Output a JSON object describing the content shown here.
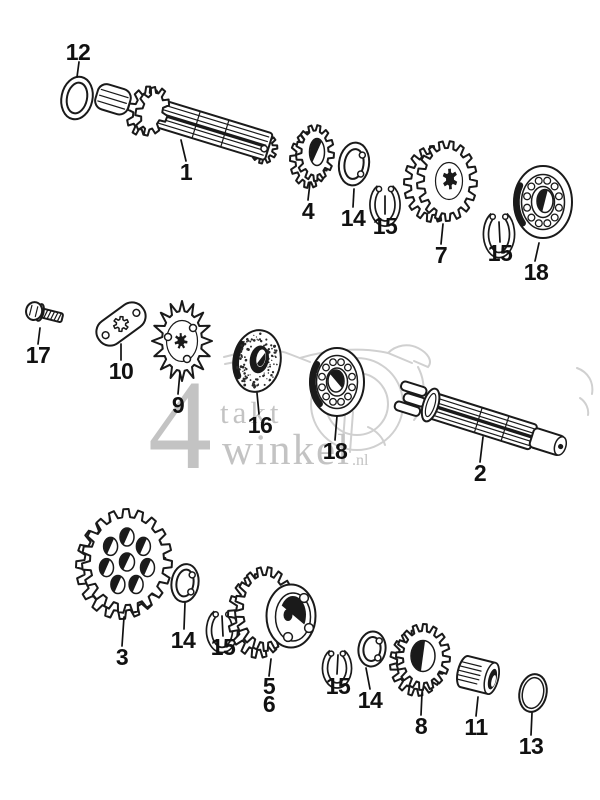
{
  "watermark": {
    "numeral": "4",
    "word_top": "takt",
    "word_bottom": "winkel",
    "domain_suffix": ".nl"
  },
  "colors": {
    "line": "#1a1a1a",
    "watermark_gray": "#c3c3c3",
    "sketch_gray": "#d0d0d0",
    "background": "#ffffff"
  },
  "callouts": [
    {
      "label": "12"
    },
    {
      "label": "1"
    },
    {
      "label": "4"
    },
    {
      "label": "14"
    },
    {
      "label": "15"
    },
    {
      "label": "7"
    },
    {
      "label": "15"
    },
    {
      "label": "18"
    },
    {
      "label": "17"
    },
    {
      "label": "10"
    },
    {
      "label": "9"
    },
    {
      "label": "16"
    },
    {
      "label": "18"
    },
    {
      "label": "2"
    },
    {
      "label": "3"
    },
    {
      "label": "14"
    },
    {
      "label": "15"
    },
    {
      "label": "5"
    },
    {
      "label": "6"
    },
    {
      "label": "15"
    },
    {
      "label": "14"
    },
    {
      "label": "8"
    },
    {
      "label": "11"
    },
    {
      "label": "13"
    }
  ]
}
